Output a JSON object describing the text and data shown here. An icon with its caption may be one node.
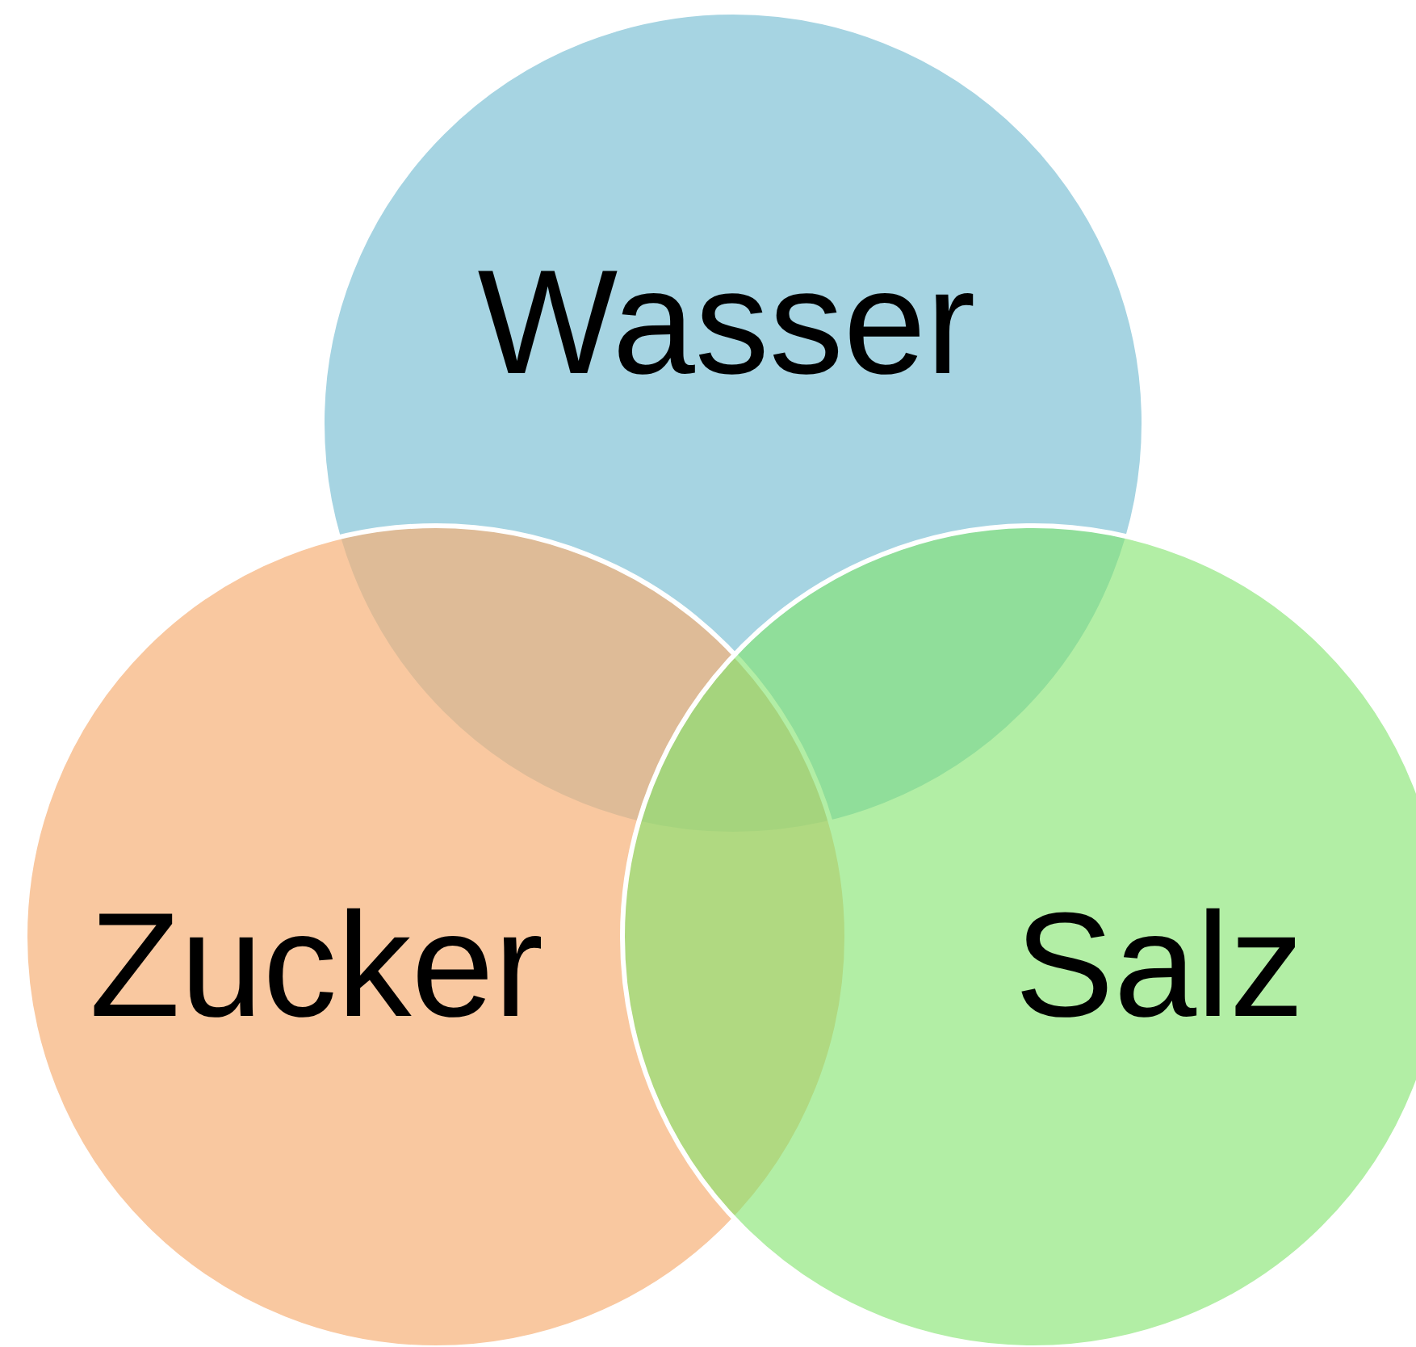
{
  "diagram": {
    "nodes": [
      {
        "text": [
          "Wasser"
        ]
      },
      {
        "text": [
          "Zucker"
        ]
      },
      {
        "text": [
          "Salz"
        ]
      }
    ]
  }
}
